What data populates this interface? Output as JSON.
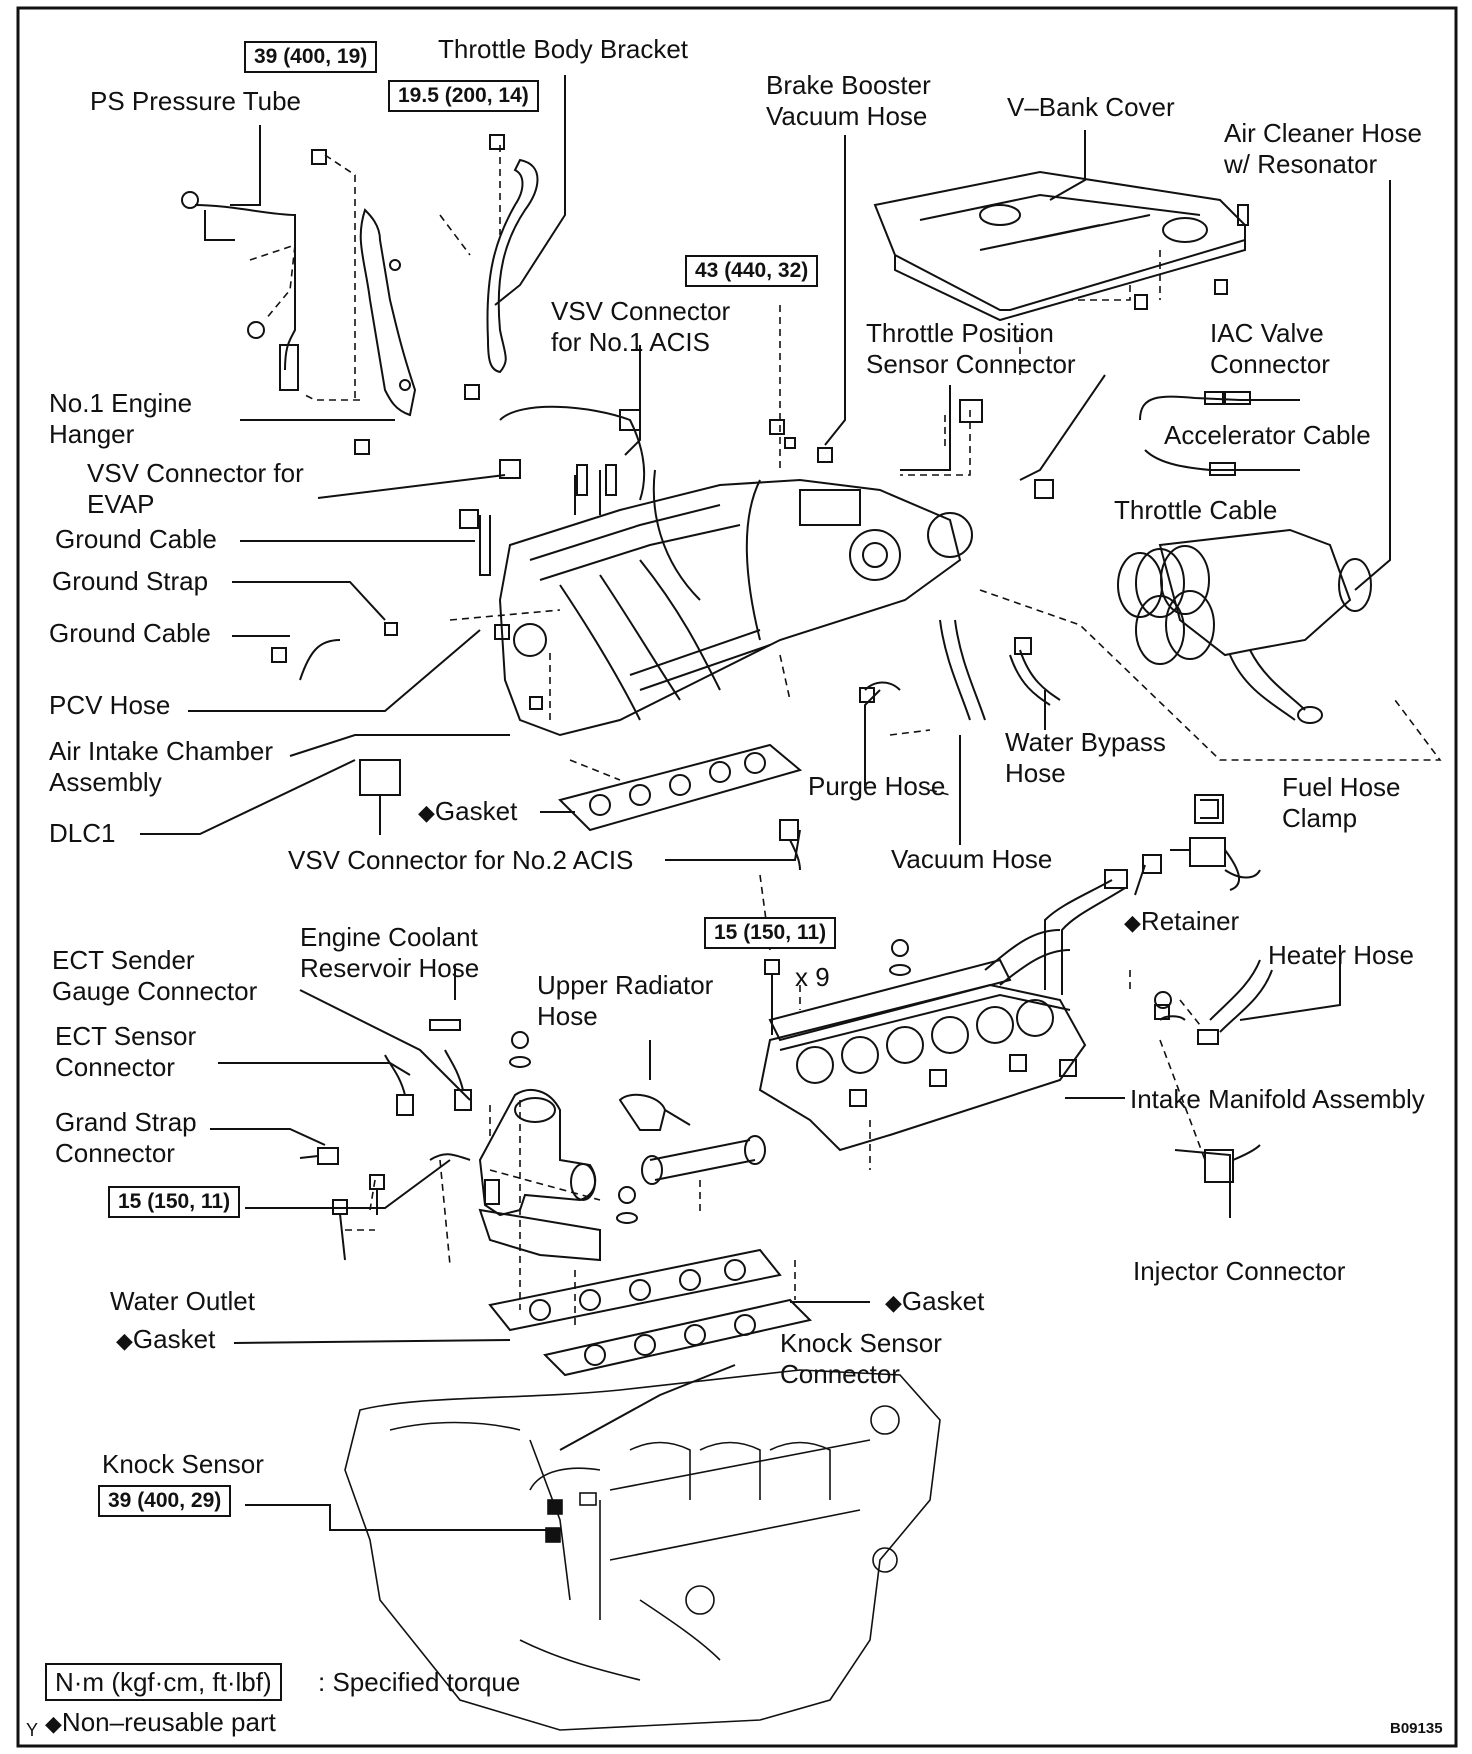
{
  "labels": {
    "ps_pressure_tube": "PS Pressure Tube",
    "throttle_body_bracket": "Throttle Body Bracket",
    "brake_booster": [
      "Brake Booster",
      "Vacuum Hose"
    ],
    "v_bank_cover": "V–Bank Cover",
    "air_cleaner_hose": [
      "Air Cleaner Hose",
      "w/ Resonator"
    ],
    "vsv_acis1": [
      "VSV Connector",
      "for No.1 ACIS"
    ],
    "tps_connector": [
      "Throttle Position",
      "Sensor Connector"
    ],
    "iac_valve": [
      "IAC Valve",
      "Connector"
    ],
    "engine_hanger": [
      "No.1 Engine",
      "Hanger"
    ],
    "vsv_evap": [
      "VSV Connector for",
      "EVAP"
    ],
    "accelerator_cable": "Accelerator Cable",
    "ground_cable_1": "Ground Cable",
    "throttle_cable": "Throttle Cable",
    "ground_strap": "Ground Strap",
    "ground_cable_2": "Ground Cable",
    "pcv_hose": "PCV Hose",
    "air_intake_chamber": [
      "Air Intake Chamber",
      "Assembly"
    ],
    "water_bypass": [
      "Water Bypass",
      "Hose"
    ],
    "fuel_hose_clamp": [
      "Fuel Hose",
      "Clamp"
    ],
    "purge_hose": "Purge Hose",
    "gasket_upper": "Gasket",
    "dlc1": "DLC1",
    "vsv_acis2": "VSV Connector for No.2 ACIS",
    "vacuum_hose": "Vacuum Hose",
    "retainer": "Retainer",
    "engine_coolant": [
      "Engine Coolant",
      "Reservoir Hose"
    ],
    "ect_sender": [
      "ECT Sender",
      "Gauge Connector"
    ],
    "heater_hose": "Heater Hose",
    "upper_radiator": [
      "Upper Radiator",
      "Hose"
    ],
    "times9": "x 9",
    "ect_sensor": [
      "ECT Sensor",
      "Connector"
    ],
    "intake_manifold": "Intake Manifold Assembly",
    "grand_strap": [
      "Grand Strap",
      "Connector"
    ],
    "injector_connector": "Injector Connector",
    "water_outlet": "Water Outlet",
    "gasket_right": "Gasket",
    "gasket_left": "Gasket",
    "knock_sensor_connector": [
      "Knock Sensor",
      "Connector"
    ],
    "knock_sensor": "Knock Sensor"
  },
  "torques": {
    "t1": "39 (400, 19)",
    "t2": "19.5 (200, 14)",
    "t3": "43 (440, 32)",
    "t4": "15 (150, 11)",
    "t5": "15 (150, 11)",
    "t6": "39 (400, 29)"
  },
  "legend": {
    "torque_unit": "N·m (kgf·cm, ft·lbf)",
    "torque_text": ": Specified torque",
    "nonreuse_mark": "◆",
    "nonreuse_text": "Non–reusable part",
    "corner_mark": "Y",
    "figure_code": "B09135"
  },
  "marks": {
    "diamond": "◆"
  }
}
